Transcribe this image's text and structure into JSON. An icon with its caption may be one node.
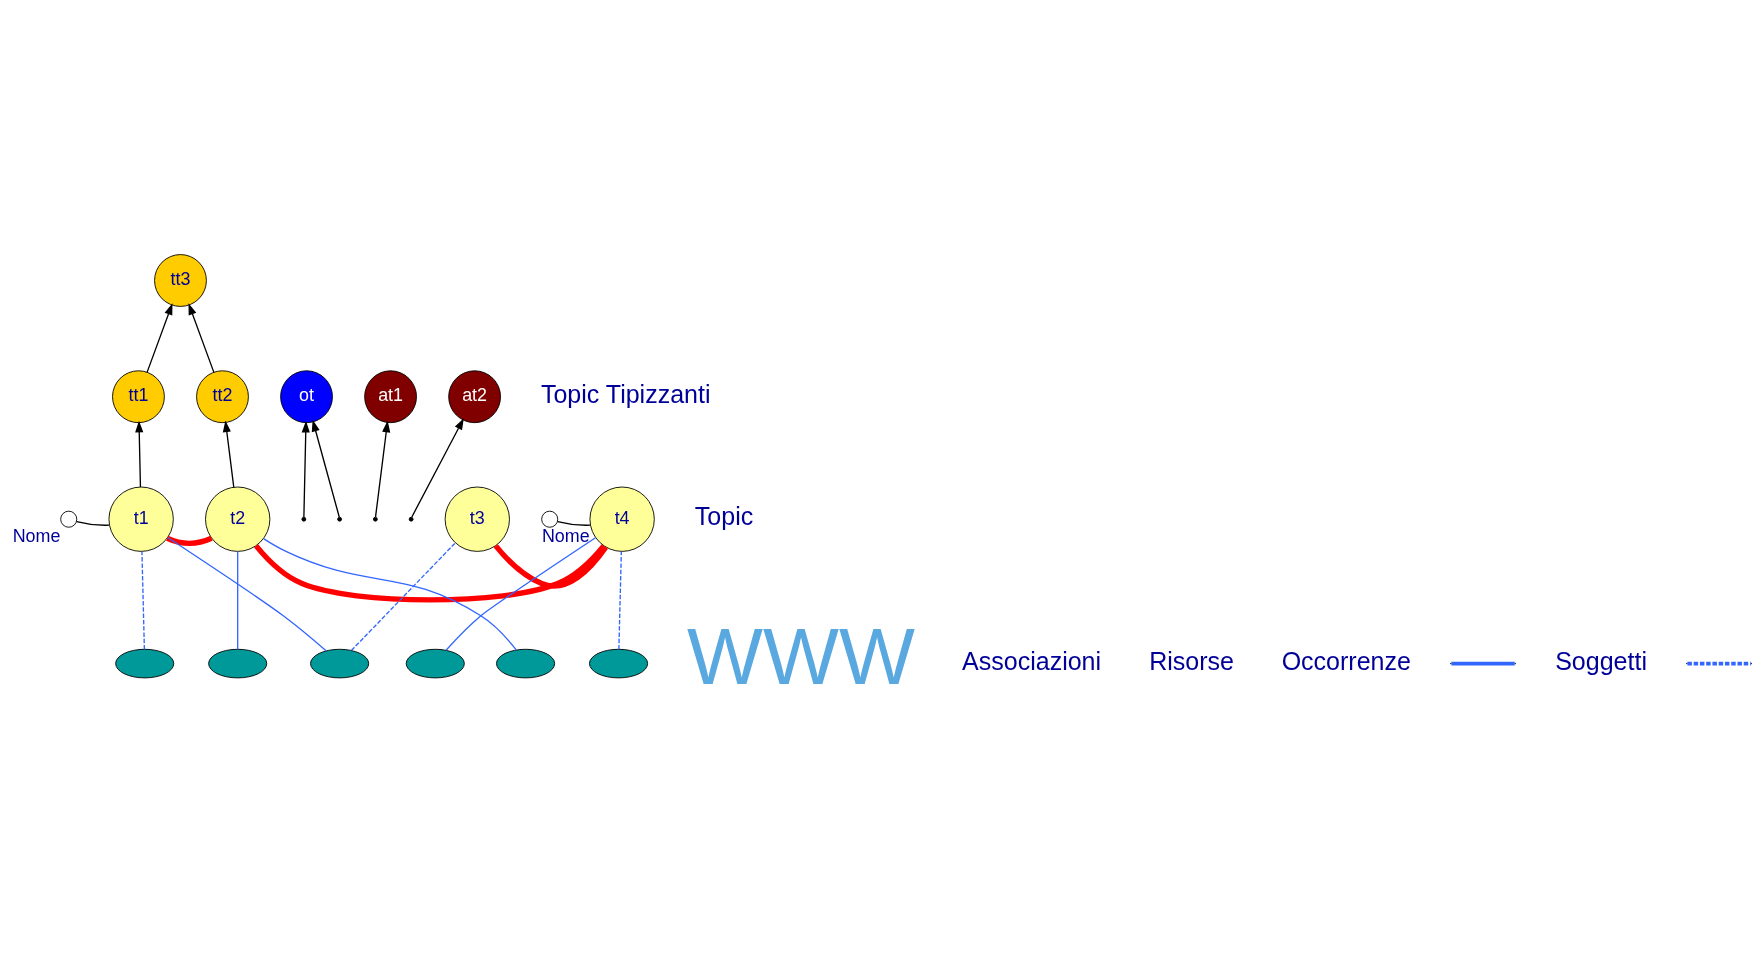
{
  "diagram": {
    "nodes": [
      {
        "text": [
          "tt3"
        ]
      },
      {
        "text": [
          "tt1"
        ]
      },
      {
        "text": [
          "tt2"
        ]
      },
      {
        "text": [
          "ot"
        ]
      },
      {
        "text": [
          "at1"
        ]
      },
      {
        "text": [
          "at2"
        ]
      },
      {
        "text": [],
        "shape": "circle",
        "beside": [
          "Nome"
        ]
      },
      {
        "text": [
          "t1"
        ]
      },
      {
        "text": [
          "t2"
        ]
      },
      {
        "text": [
          "t3"
        ]
      },
      {
        "text": [],
        "shape": "circle",
        "beside": [
          "Nome"
        ]
      },
      {
        "text": [
          "t4"
        ]
      },
      {
        "text": [],
        "shape": "ellipse"
      },
      {
        "text": [],
        "shape": "ellipse"
      },
      {
        "text": [],
        "shape": "ellipse"
      },
      {
        "text": [],
        "shape": "ellipse"
      },
      {
        "text": [],
        "shape": "ellipse"
      },
      {
        "text": [],
        "shape": "ellipse"
      }
    ],
    "edges": [
      {
        "from": 1,
        "to": 0,
        "arrow": "to"
      },
      {
        "from": 2,
        "to": 0,
        "arrow": "to"
      },
      {
        "from": 7,
        "to": 1,
        "arrow": "to"
      },
      {
        "from": 8,
        "to": 2,
        "arrow": "to"
      },
      {
        "from": null,
        "to": 3,
        "arrow": "to"
      },
      {
        "from": null,
        "to": 3,
        "arrow": "to"
      },
      {
        "from": null,
        "to": 4,
        "arrow": "to"
      },
      {
        "from": null,
        "to": 5,
        "arrow": "to"
      },
      {
        "from": 6,
        "to": 7,
        "arrow": "none"
      },
      {
        "from": 10,
        "to": 11,
        "arrow": "none"
      },
      {
        "from": 7,
        "to": 8,
        "arrow": "none",
        "style": "thick",
        "color": "#ff0000"
      },
      {
        "from": 8,
        "to": 11,
        "arrow": "none",
        "style": "thick",
        "color": "#ff0000"
      },
      {
        "from": 9,
        "to": 11,
        "arrow": "none",
        "style": "thick",
        "color": "#ff0000"
      },
      {
        "from": 12,
        "to": 7,
        "arrow": "none",
        "style": "dashed",
        "color": "#3366ff"
      },
      {
        "from": 14,
        "to": 7,
        "arrow": "none",
        "color": "#3366ff"
      },
      {
        "from": 13,
        "to": 8,
        "arrow": "none",
        "color": "#3366ff"
      },
      {
        "from": 16,
        "to": 8,
        "arrow": "none",
        "color": "#3366ff"
      },
      {
        "from": 14,
        "to": 9,
        "arrow": "none",
        "style": "dashed",
        "color": "#3366ff"
      },
      {
        "from": 15,
        "to": 11,
        "arrow": "none",
        "color": "#3366ff"
      },
      {
        "from": 17,
        "to": 11,
        "arrow": "none",
        "style": "dashed",
        "color": "#3366ff"
      }
    ],
    "labels": [
      "WWW",
      "Topic Tipizzanti",
      "Associazioni",
      "Topic",
      "Risorse"
    ],
    "legend": [
      {
        "text": "Occorrenze"
      },
      {
        "text": "Soggetti"
      }
    ]
  }
}
